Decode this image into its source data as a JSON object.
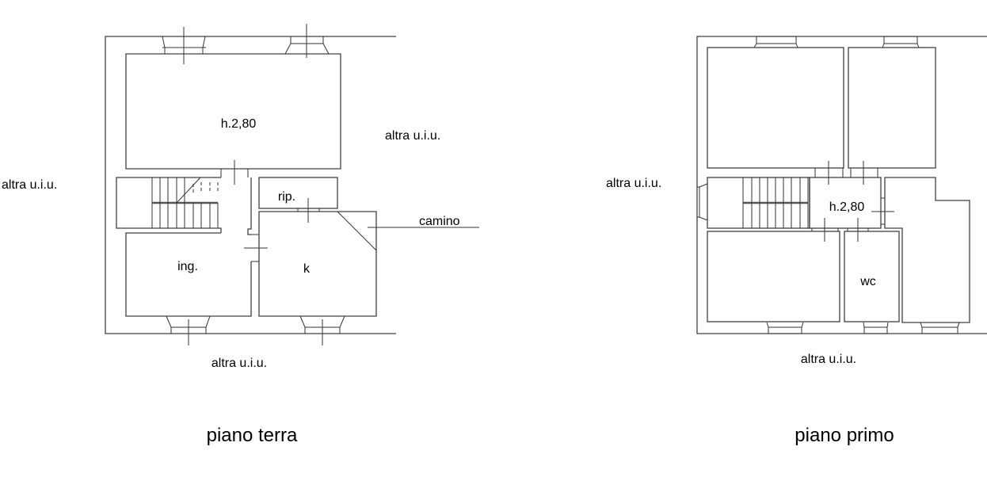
{
  "ground_floor": {
    "title": "piano terra",
    "labels": {
      "main_room": "h.2,80",
      "storage": "rip.",
      "entrance": "ing.",
      "kitchen": "k",
      "fireplace": "camino",
      "neighbor_left": "altra u.i.u.",
      "neighbor_right": "altra u.i.u.",
      "neighbor_bottom": "altra u.i.u."
    }
  },
  "first_floor": {
    "title": "piano primo",
    "labels": {
      "hall": "h.2,80",
      "bathroom": "wc",
      "neighbor_left": "altra u.i.u.",
      "neighbor_bottom": "altra u.i.u."
    }
  }
}
